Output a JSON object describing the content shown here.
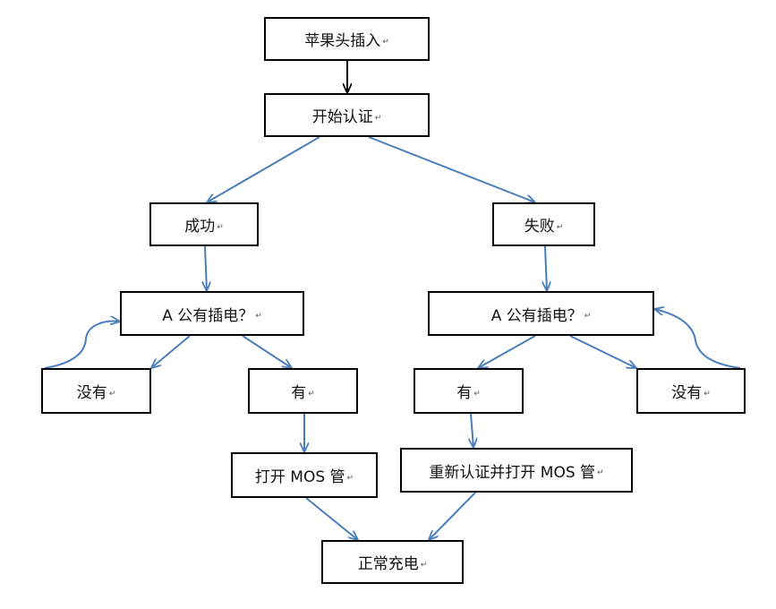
{
  "paragraph_mark": "↵",
  "colors": {
    "flow_arrow": "#4a7ebb",
    "start_arrow": "#000000",
    "box_border": "#000000"
  },
  "nodes": {
    "plug_in": "苹果头插入",
    "start_auth": "开始认证",
    "success": "成功",
    "failure": "失败",
    "check_power_left": "A 公有插电？",
    "check_power_right": "A 公有插电？",
    "no_left": "没有",
    "yes_left": "有",
    "yes_right": "有",
    "no_right": "没有",
    "open_mos": "打开 MOS 管",
    "reauth_open_mos": "重新认证并打开 MOS 管",
    "normal_charge": "正常充电"
  }
}
